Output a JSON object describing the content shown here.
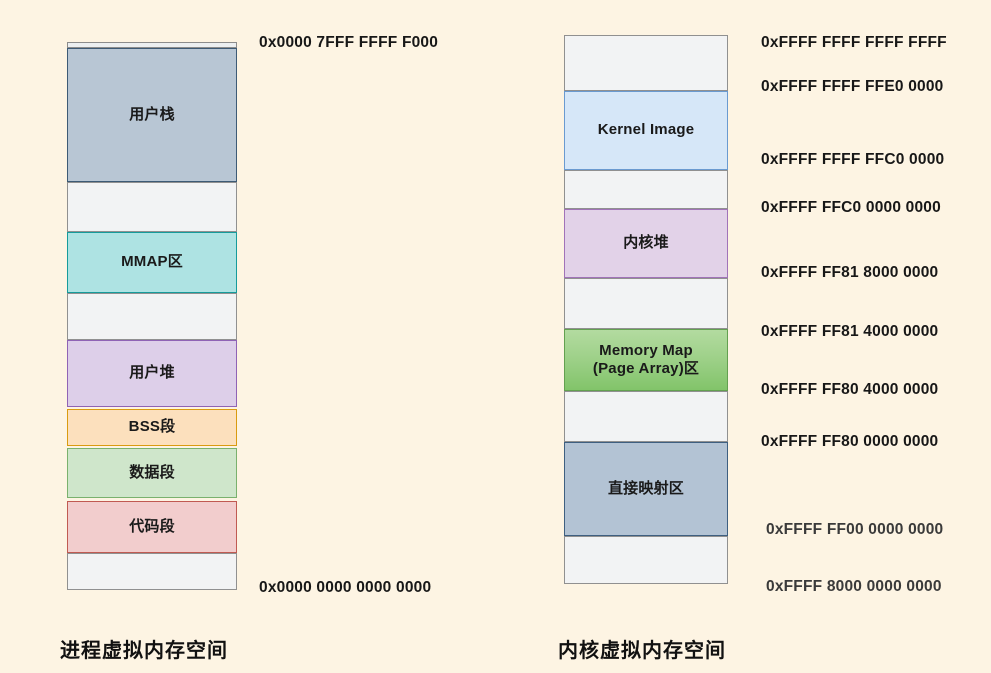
{
  "background_color": "#fdf4e3",
  "diagrams": [
    {
      "id": "process-virtual-memory",
      "caption": "进程虚拟内存空间",
      "top_address": "0x0000 7FFF FFFF F000",
      "bottom_address": "0x0000 0000 0000 0000",
      "blocks": [
        {
          "name": "top-gap",
          "label": "",
          "color": "#eceff1",
          "border": "#8c8c8c"
        },
        {
          "name": "user-stack",
          "label": "用户栈",
          "color": "#b8c6d4",
          "border": "#3d5a75"
        },
        {
          "name": "gap-1",
          "label": "",
          "color": "#f2f3f4",
          "border": "#909090"
        },
        {
          "name": "mmap-area",
          "label": "MMAP区",
          "color": "#aee3e3",
          "border": "#169b9b"
        },
        {
          "name": "gap-2",
          "label": "",
          "color": "#f2f3f4",
          "border": "#909090"
        },
        {
          "name": "user-heap",
          "label": "用户堆",
          "color": "#ddcfe9",
          "border": "#8f63b5"
        },
        {
          "name": "bss-segment",
          "label": "BSS段",
          "color": "#fce0bd",
          "border": "#d99b10"
        },
        {
          "name": "data-segment",
          "label": "数据段",
          "color": "#cfe6cb",
          "border": "#7ab16d"
        },
        {
          "name": "code-segment",
          "label": "代码段",
          "color": "#f2cdcd",
          "border": "#c05a52"
        },
        {
          "name": "gap-3",
          "label": "",
          "color": "#f2f3f4",
          "border": "#909090"
        }
      ]
    },
    {
      "id": "kernel-virtual-memory",
      "caption": "内核虚拟内存空间",
      "blocks": [
        {
          "name": "gap-top",
          "label": "",
          "color": "#f2f3f4",
          "border": "#8c8c8c"
        },
        {
          "name": "kernel-image",
          "label": "Kernel Image",
          "color": "#d6e7f8",
          "border": "#6a9ad0"
        },
        {
          "name": "gap-1",
          "label": "",
          "color": "#f2f3f4",
          "border": "#8c8c8c"
        },
        {
          "name": "kernel-heap",
          "label": "内核堆",
          "color": "#e2d2e8",
          "border": "#a173b8"
        },
        {
          "name": "gap-2",
          "label": "",
          "color": "#f2f3f4",
          "border": "#8c8c8c"
        },
        {
          "name": "memory-map",
          "label": "Memory Map\n(Page Array)区",
          "color": "#9fd18a",
          "border": "#63a050"
        },
        {
          "name": "gap-3",
          "label": "",
          "color": "#f2f3f4",
          "border": "#8c8c8c"
        },
        {
          "name": "direct-map",
          "label": "直接映射区",
          "color": "#b3c3d4",
          "border": "#3e5f80"
        },
        {
          "name": "gap-4",
          "label": "",
          "color": "#f2f3f4",
          "border": "#8c8c8c"
        }
      ],
      "addresses": [
        "0xFFFF FFFF FFFF FFFF",
        "0xFFFF FFFF FFE0 0000",
        "0xFFFF FFFF FFC0 0000",
        "0xFFFF FFC0 0000 0000",
        "0xFFFF FF81 8000 0000",
        "0xFFFF FF81 4000 0000",
        "0xFFFF FF80 4000 0000",
        "0xFFFF FF80 0000 0000",
        "0xFFFF FF00 0000 0000",
        "0xFFFF 8000 0000 0000"
      ]
    }
  ]
}
